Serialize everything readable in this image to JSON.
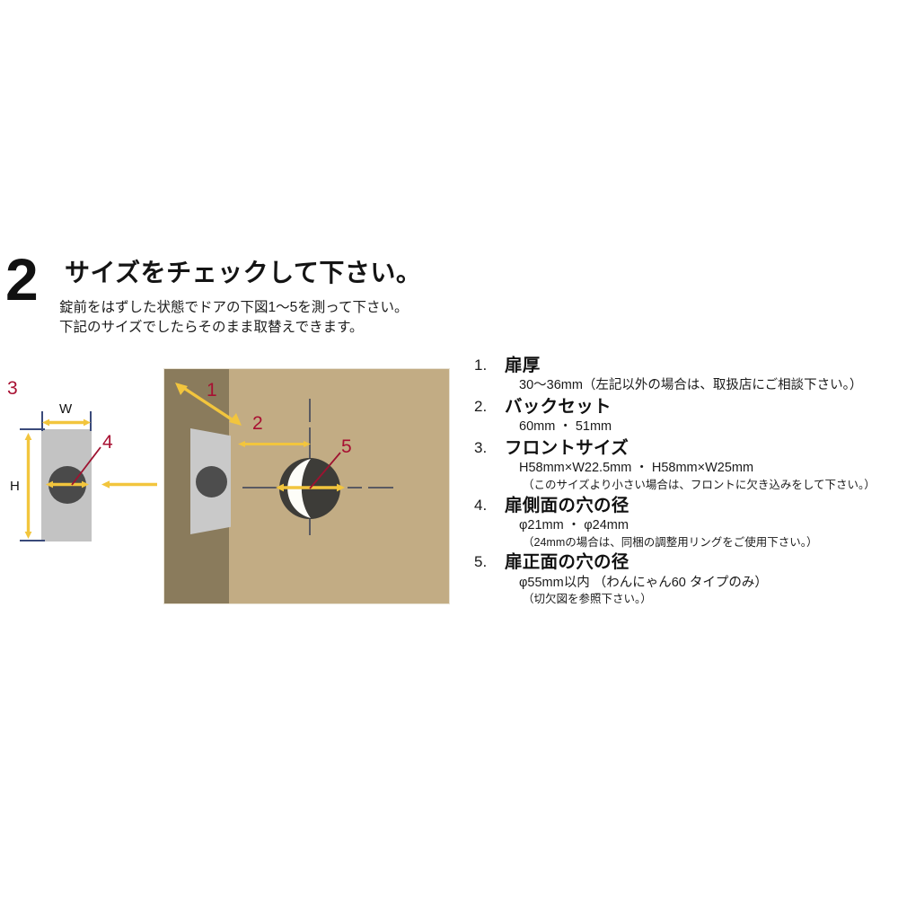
{
  "page": {
    "background": "#ffffff",
    "accent_red": "#A81032",
    "accent_yellow": "#F2C53D",
    "door_face_color": "#C2AC84",
    "door_edge_color": "#8A7B5C",
    "plate_gray": "#C3C3C3",
    "hole_dark": "#4A4A4A"
  },
  "header": {
    "step_number": "2",
    "title": "サイズをチェックして下さい。",
    "sub_line1": "錠前をはずした状態でドアの下図1〜5を測って下さい。",
    "sub_line2": "下記のサイズでしたらそのまま取替えできます。"
  },
  "front_plate_diagram": {
    "callout_3": "3",
    "callout_4": "4",
    "width_label": "W",
    "height_label": "H"
  },
  "door_diagram": {
    "callout_1": "1",
    "callout_2": "2",
    "callout_5": "5"
  },
  "spec_list": [
    {
      "num": "1.",
      "head": "扉厚",
      "detail": "30〜36mm（左記以外の場合は、取扱店にご相談下さい。）",
      "note": ""
    },
    {
      "num": "2.",
      "head": "バックセット",
      "detail": "60mm ・ 51mm",
      "note": ""
    },
    {
      "num": "3.",
      "head": "フロントサイズ",
      "detail": "H58mm×W22.5mm ・ H58mm×W25mm",
      "note": "（このサイズより小さい場合は、フロントに欠き込みをして下さい。）"
    },
    {
      "num": "4.",
      "head": "扉側面の穴の径",
      "detail": "φ21mm ・ φ24mm",
      "note": "（24mmの場合は、同梱の調整用リングをご使用下さい。）"
    },
    {
      "num": "5.",
      "head": "扉正面の穴の径",
      "detail": "φ55mm以内 （わんにゃん60 タイプのみ）",
      "note": "（切欠図を参照下さい。）"
    }
  ]
}
